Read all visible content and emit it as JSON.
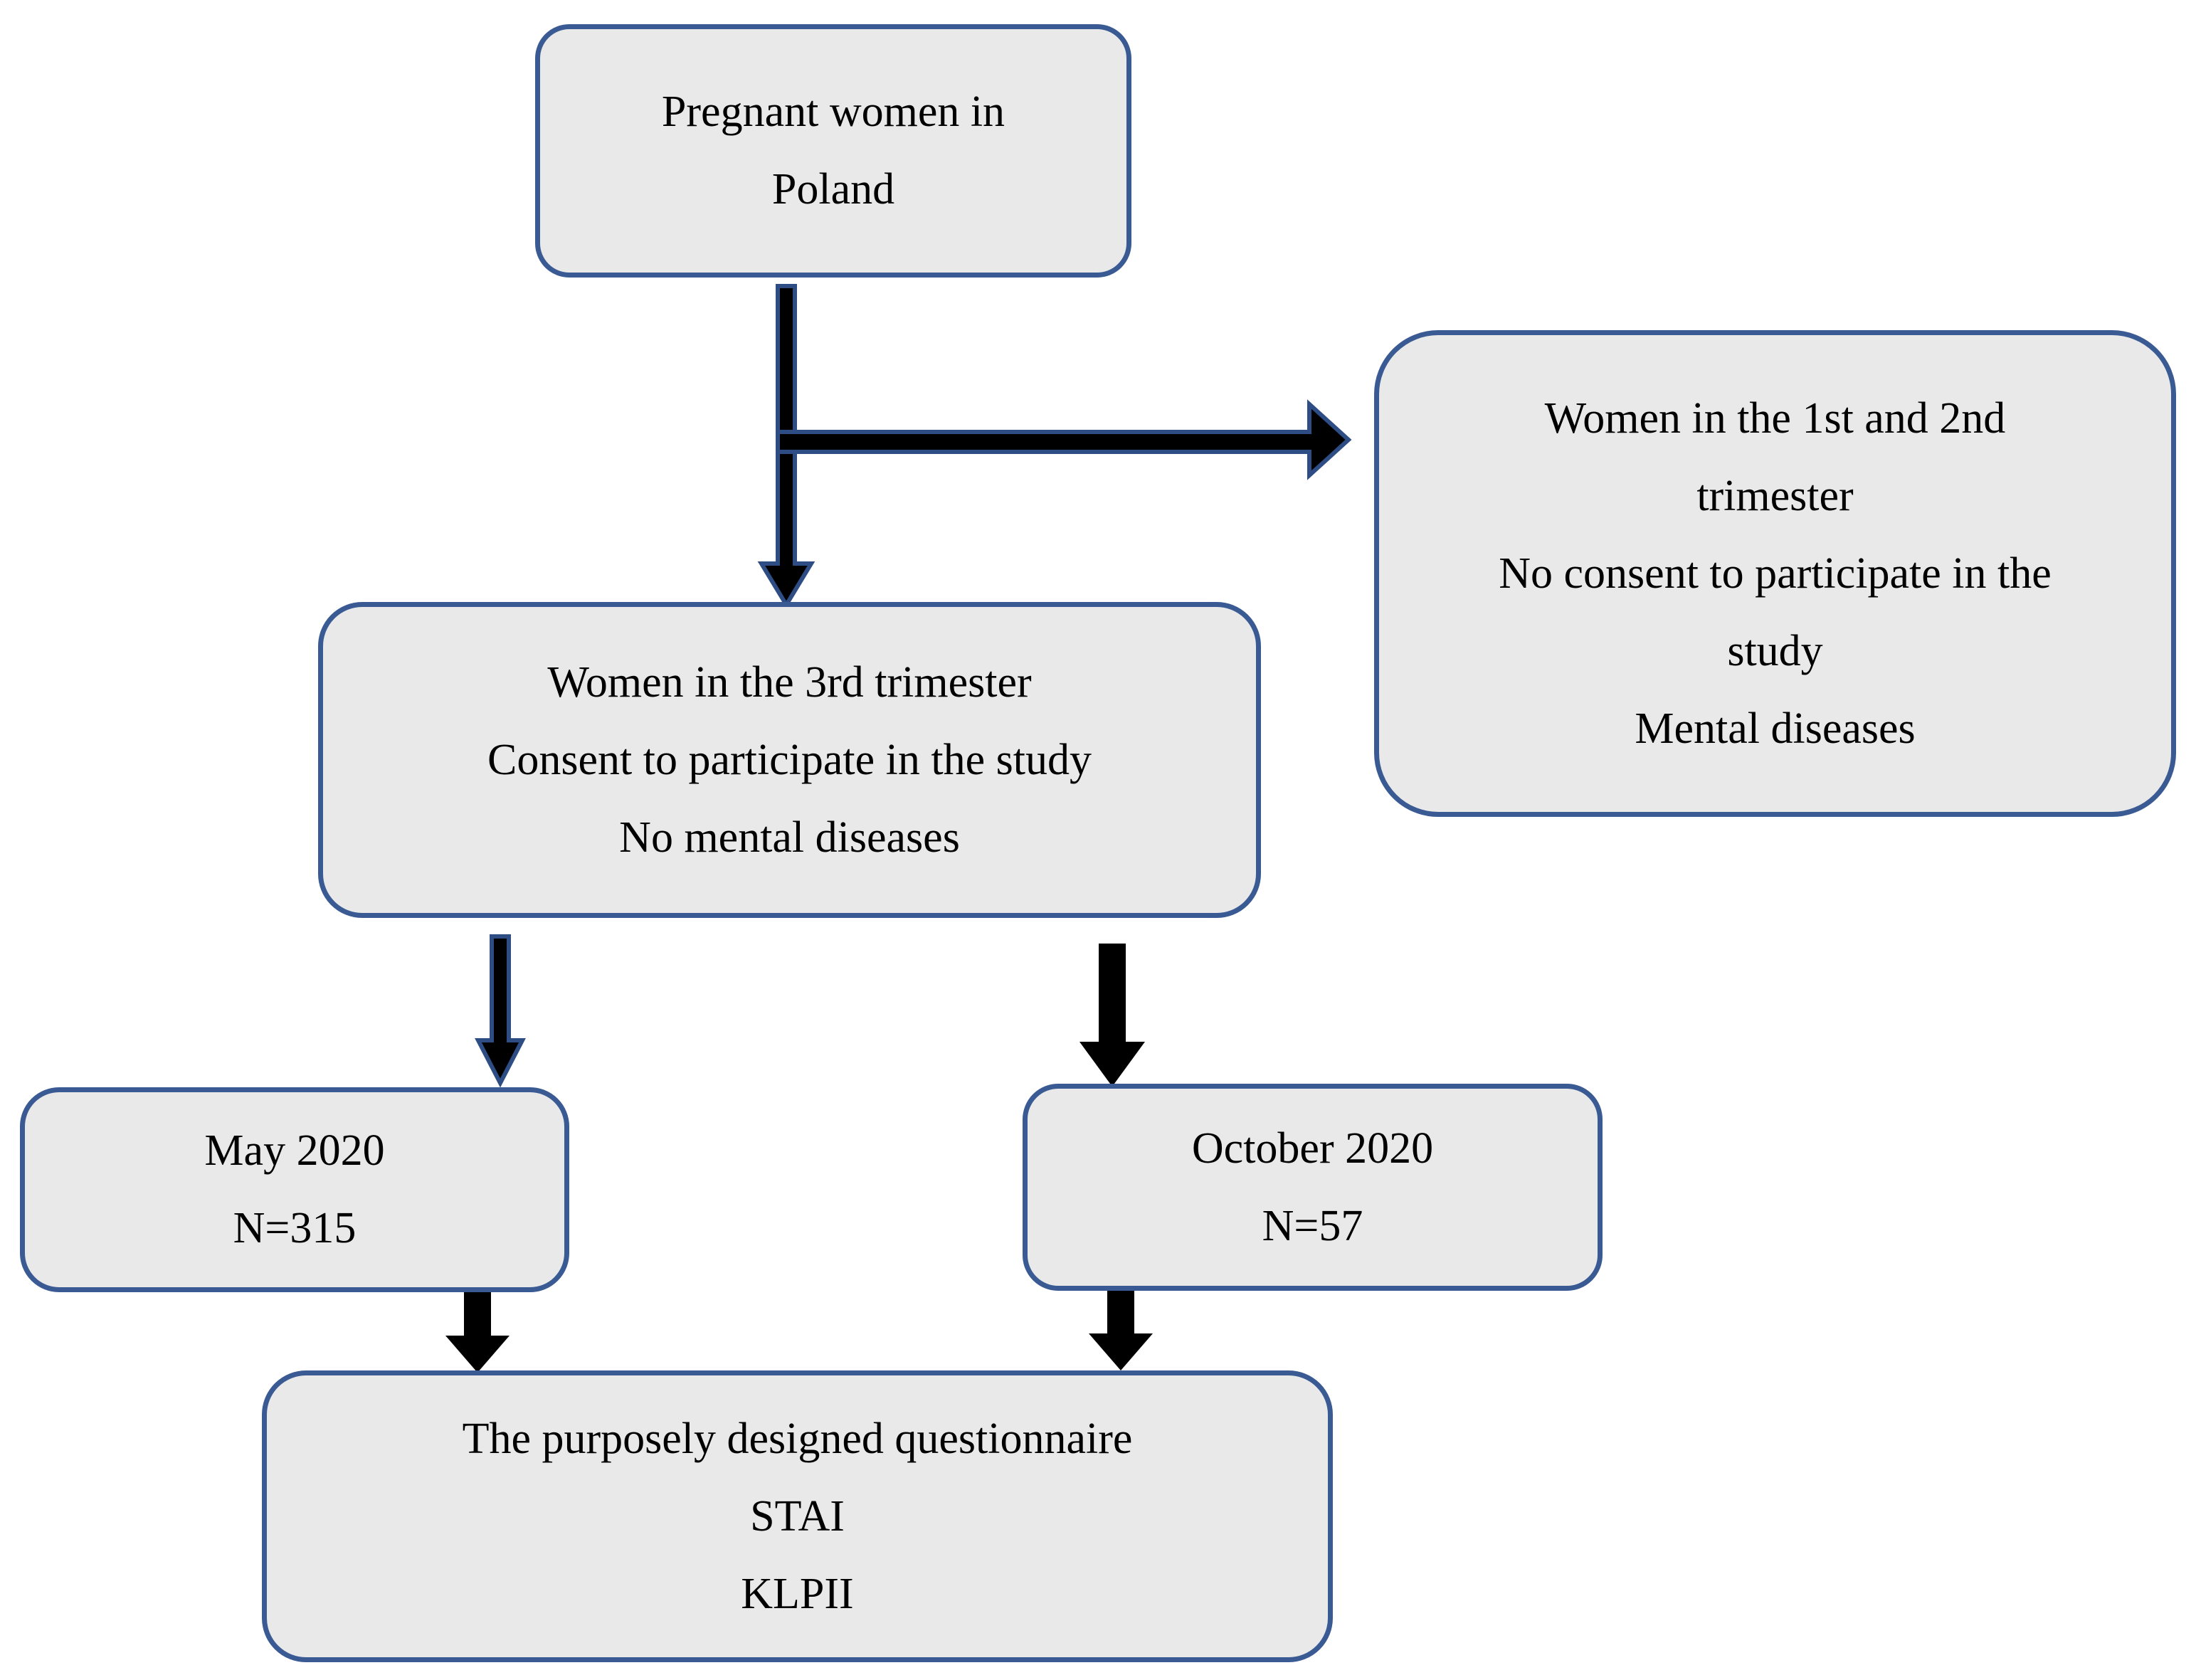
{
  "colors": {
    "background": "#ffffff",
    "box_fill": "#e9e9e9",
    "box_border": "#3a5a94",
    "text_color": "#000000",
    "arrow_fill": "#000000",
    "arrow_outline": "#2e4d85"
  },
  "boxes": {
    "pregnant_women": {
      "lines": [
        "Pregnant women in",
        "Poland"
      ]
    },
    "excluded": {
      "lines": [
        "Women in the 1st and 2nd",
        "trimester",
        "No consent to participate in the",
        "study",
        "Mental diseases"
      ]
    },
    "included": {
      "lines": [
        "Women in the 3rd trimester",
        "Consent to participate in the study",
        "No mental diseases"
      ]
    },
    "may_2020": {
      "lines": [
        "May 2020",
        "N=315"
      ]
    },
    "october_2020": {
      "lines": [
        "October 2020",
        "N=57"
      ]
    },
    "questionnaires": {
      "lines": [
        "The purposely designed questionnaire",
        "STAI",
        "KLPII"
      ]
    }
  }
}
